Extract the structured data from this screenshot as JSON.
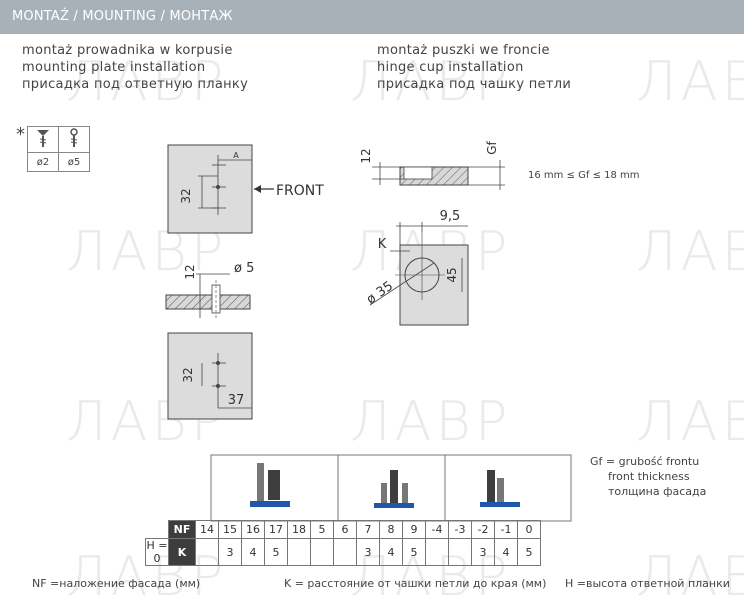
{
  "header": {
    "title": "MONTAŻ / MOUNTING / МОНТАЖ"
  },
  "left_heading": {
    "pl": "montaż prowadnika w korpusie",
    "en": "mounting plate installation",
    "ru": "присадка под ответную планку"
  },
  "right_heading": {
    "pl": "montaż puszki we froncie",
    "en": "hinge cup installation",
    "ru": "присадка под чашку петли"
  },
  "watermark": "ЛАВР",
  "screws": {
    "star": "*",
    "labels": [
      "ø2",
      "ø5"
    ],
    "icons": [
      "screw-icon",
      "dowel-icon"
    ]
  },
  "plate_top": {
    "dim_a": "A",
    "dim_32": "32",
    "front": "FRONT"
  },
  "plate_section": {
    "dim_12": "12",
    "dim_5": "ø 5"
  },
  "plate_bottom": {
    "dim_32": "32",
    "dim_37": "37"
  },
  "cup_section": {
    "dim_12": "12",
    "dim_gf": "Gf"
  },
  "gf_range": "16 mm ≤ Gf ≤ 18 mm",
  "cup_top": {
    "dim_95": "9,5",
    "dim_k": "K",
    "dim_45": "45",
    "dim_35": "ø 35"
  },
  "legend": {
    "gf_pl": "Gf = grubość frontu",
    "gf_en": "front thickness",
    "gf_ru": "толщина фасада"
  },
  "table": {
    "nf_label": "NF",
    "k_label": "K",
    "h_label": "H = 0",
    "nf_values": [
      "14",
      "15",
      "16",
      "17",
      "18",
      "5",
      "6",
      "7",
      "8",
      "9",
      "-4",
      "-3",
      "-2",
      "-1",
      "0"
    ],
    "k_values": [
      "",
      "3",
      "4",
      "5",
      "",
      "",
      "",
      "3",
      "4",
      "5",
      "",
      "",
      "3",
      "4",
      "5"
    ]
  },
  "footer": {
    "nf": "NF =наложение фасада (мм)",
    "k": "K = расстояние от  чашки петли до края (мм)",
    "h": "H =высота ответной планки"
  }
}
